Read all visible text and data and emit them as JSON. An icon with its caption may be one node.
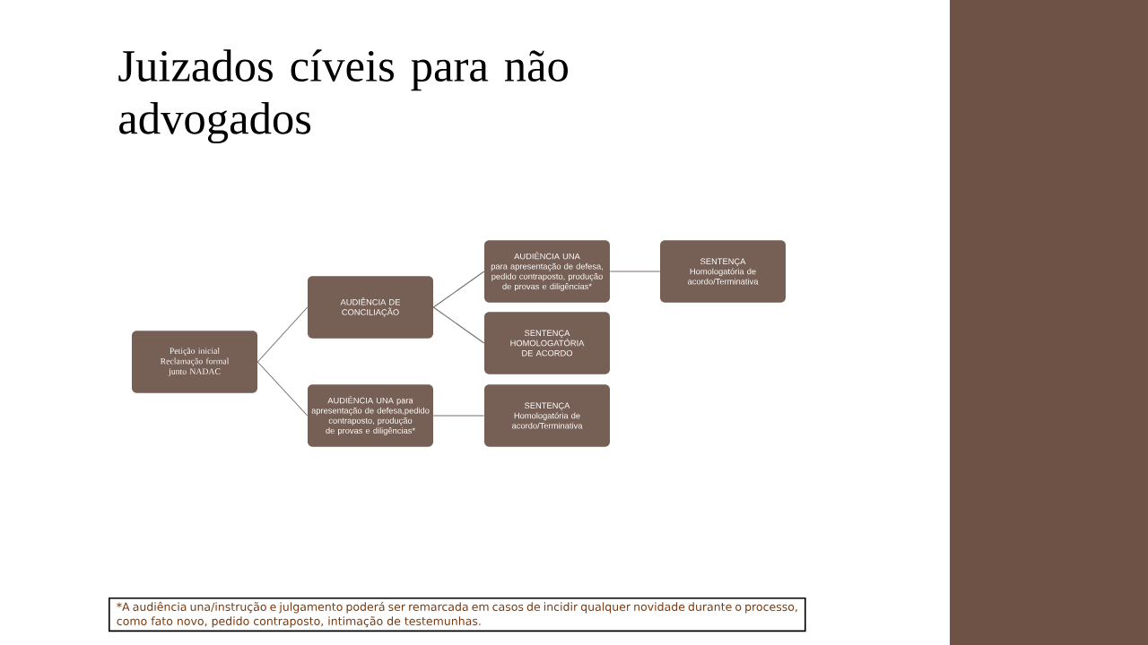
{
  "diagram": {
    "title": "Juizados cíveis para não advogados",
    "nodes": [
      {
        "text": [
          "Petição inicial",
          "Reclamação formal junto NADAC"
        ]
      },
      {
        "text": [
          "AUDIÊNCIA DE CONCILIAÇÃO"
        ]
      },
      {
        "text": [
          "AUDIÊNCIA UNA",
          "para apresentação de defesa, pedido contraposto, produção de provas e diligências*"
        ]
      },
      {
        "text": [
          "SENTENÇA HOMOLOGATÓRIA DE ACORDO"
        ]
      },
      {
        "text": [
          "SENTENÇA",
          "Homologatória de acordo/Terminativa"
        ]
      },
      {
        "text": [
          "AUDIÊNCIA UNA para apresentação de defesa,pedido contraposto, produção de provas e diligências*"
        ]
      },
      {
        "text": [
          "SENTENÇA",
          "Homologatória de acordo/Terminativa"
        ]
      }
    ],
    "edges": [
      {
        "from": 0,
        "to": 1,
        "arrow": "none"
      },
      {
        "from": 0,
        "to": 5,
        "arrow": "none"
      },
      {
        "from": 1,
        "to": 2,
        "arrow": "none"
      },
      {
        "from": 1,
        "to": 3,
        "arrow": "none"
      },
      {
        "from": 2,
        "to": 4,
        "arrow": "none"
      },
      {
        "from": 5,
        "to": 6,
        "arrow": "none"
      }
    ],
    "labels": [
      "*A audiência una/instrução e julgamento poderá ser remarcada em casos de incidir qualquer novidade durante o processo, como fato novo, pedido contraposto, intimação de testemunhas."
    ]
  }
}
